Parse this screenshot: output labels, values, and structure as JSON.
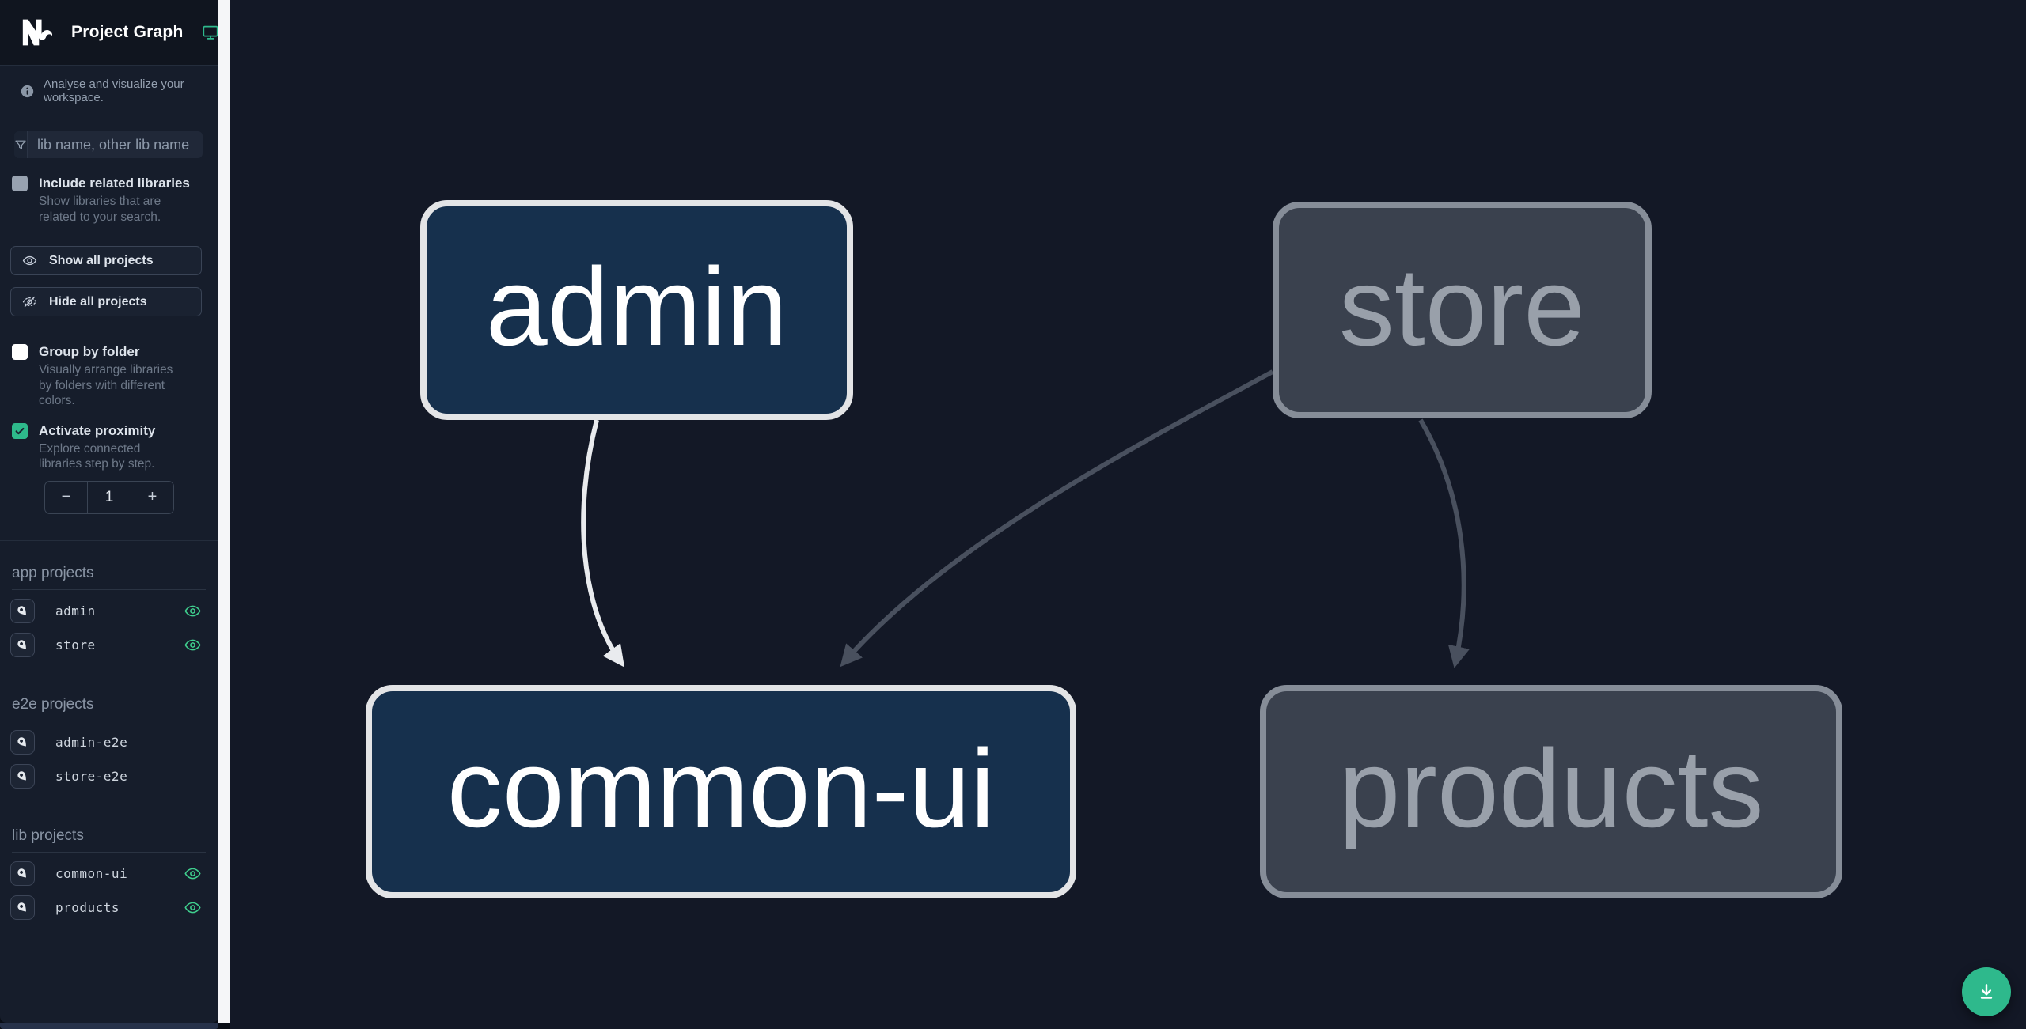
{
  "app": {
    "title": "Project Graph"
  },
  "sidebar": {
    "tagline": "Analyse and visualize your workspace.",
    "search_placeholder": "lib name, other lib name",
    "include_related": {
      "label": "Include related libraries",
      "description": "Show libraries that are related to your search.",
      "checked": false
    },
    "show_all_label": "Show all projects",
    "hide_all_label": "Hide all projects",
    "group_by_folder": {
      "label": "Group by folder",
      "description": "Visually arrange libraries by folders with different colors.",
      "checked": false
    },
    "activate_proximity": {
      "label": "Activate proximity",
      "description": "Explore connected libraries step by step.",
      "checked": true
    },
    "stepper": {
      "minus": "−",
      "value": "1",
      "plus": "+"
    },
    "sections": [
      {
        "heading": "app projects",
        "items": [
          {
            "label": "admin",
            "eye": true
          },
          {
            "label": "store",
            "eye": true
          }
        ]
      },
      {
        "heading": "e2e projects",
        "items": [
          {
            "label": "admin-e2e",
            "eye": false
          },
          {
            "label": "store-e2e",
            "eye": false
          }
        ]
      },
      {
        "heading": "lib projects",
        "items": [
          {
            "label": "common-ui",
            "eye": true
          },
          {
            "label": "products",
            "eye": true
          }
        ]
      }
    ]
  },
  "graph": {
    "nodes": [
      {
        "id": "admin",
        "label": "admin",
        "state": "highlighted"
      },
      {
        "id": "store",
        "label": "store",
        "state": "muted"
      },
      {
        "id": "common-ui",
        "label": "common-ui",
        "state": "highlighted"
      },
      {
        "id": "products",
        "label": "products",
        "state": "muted"
      }
    ],
    "edges": [
      {
        "from": "admin",
        "to": "common-ui",
        "state": "highlighted"
      },
      {
        "from": "store",
        "to": "common-ui",
        "state": "muted"
      },
      {
        "from": "store",
        "to": "products",
        "state": "muted"
      }
    ]
  },
  "colors": {
    "accent_teal": "#2eb98c",
    "eye_green": "#3fcf8e",
    "node_navy_fill": "#16304d",
    "node_navy_border": "#e3e4e6",
    "node_gray_fill": "#3a414e",
    "node_gray_border": "#868d98",
    "edge_light": "#e9ebee",
    "edge_dark": "#49505e"
  }
}
